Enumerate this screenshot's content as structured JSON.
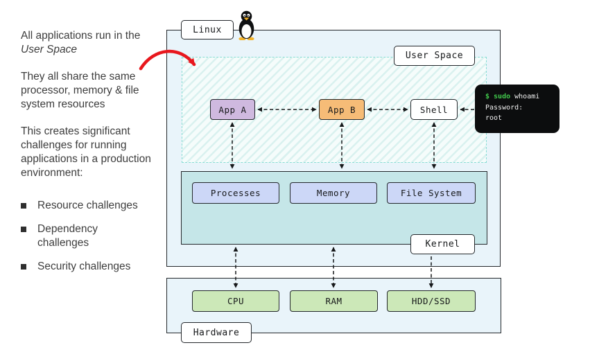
{
  "left_panel": {
    "para1": {
      "text": "All applications run in the ",
      "emphasis": "User Space"
    },
    "para2": "They all share the same processor, memory & file system resources",
    "para3": "This creates significant challenges for running applications in a production environment:",
    "bullets": [
      {
        "label": "Resource challenges"
      },
      {
        "label": "Dependency challenges"
      },
      {
        "label": "Security challenges"
      }
    ]
  },
  "diagram": {
    "os_label": "Linux",
    "user_space": {
      "label": "User Space"
    },
    "apps": [
      {
        "label": "App A",
        "color": "#cfb9df"
      },
      {
        "label": "App B",
        "color": "#f6bc77"
      },
      {
        "label": "Shell",
        "color": "#ffffff"
      }
    ],
    "kernel": {
      "label": "Kernel",
      "components": [
        {
          "label": "Processes"
        },
        {
          "label": "Memory"
        },
        {
          "label": "File System"
        }
      ]
    },
    "hardware": {
      "label": "Hardware",
      "components": [
        {
          "label": "CPU"
        },
        {
          "label": "RAM"
        },
        {
          "label": "HDD/SSD"
        }
      ]
    },
    "terminal": {
      "prompt": "$ sudo",
      "command": " whoami",
      "line2": "Password:",
      "line3": "root"
    }
  },
  "colors": {
    "panel_fill": "#e9f4fa",
    "kernel_fill": "#c5e6e8",
    "kernel_component_fill": "#ccd7f7",
    "hardware_component_fill": "#cce8b8",
    "hatch_stripe": "#d9f1ef",
    "hatch_border": "#87dcd4",
    "terminal_green": "#41c94c",
    "annotation_red": "#e8171d",
    "text_gray": "#3d3d3d"
  }
}
